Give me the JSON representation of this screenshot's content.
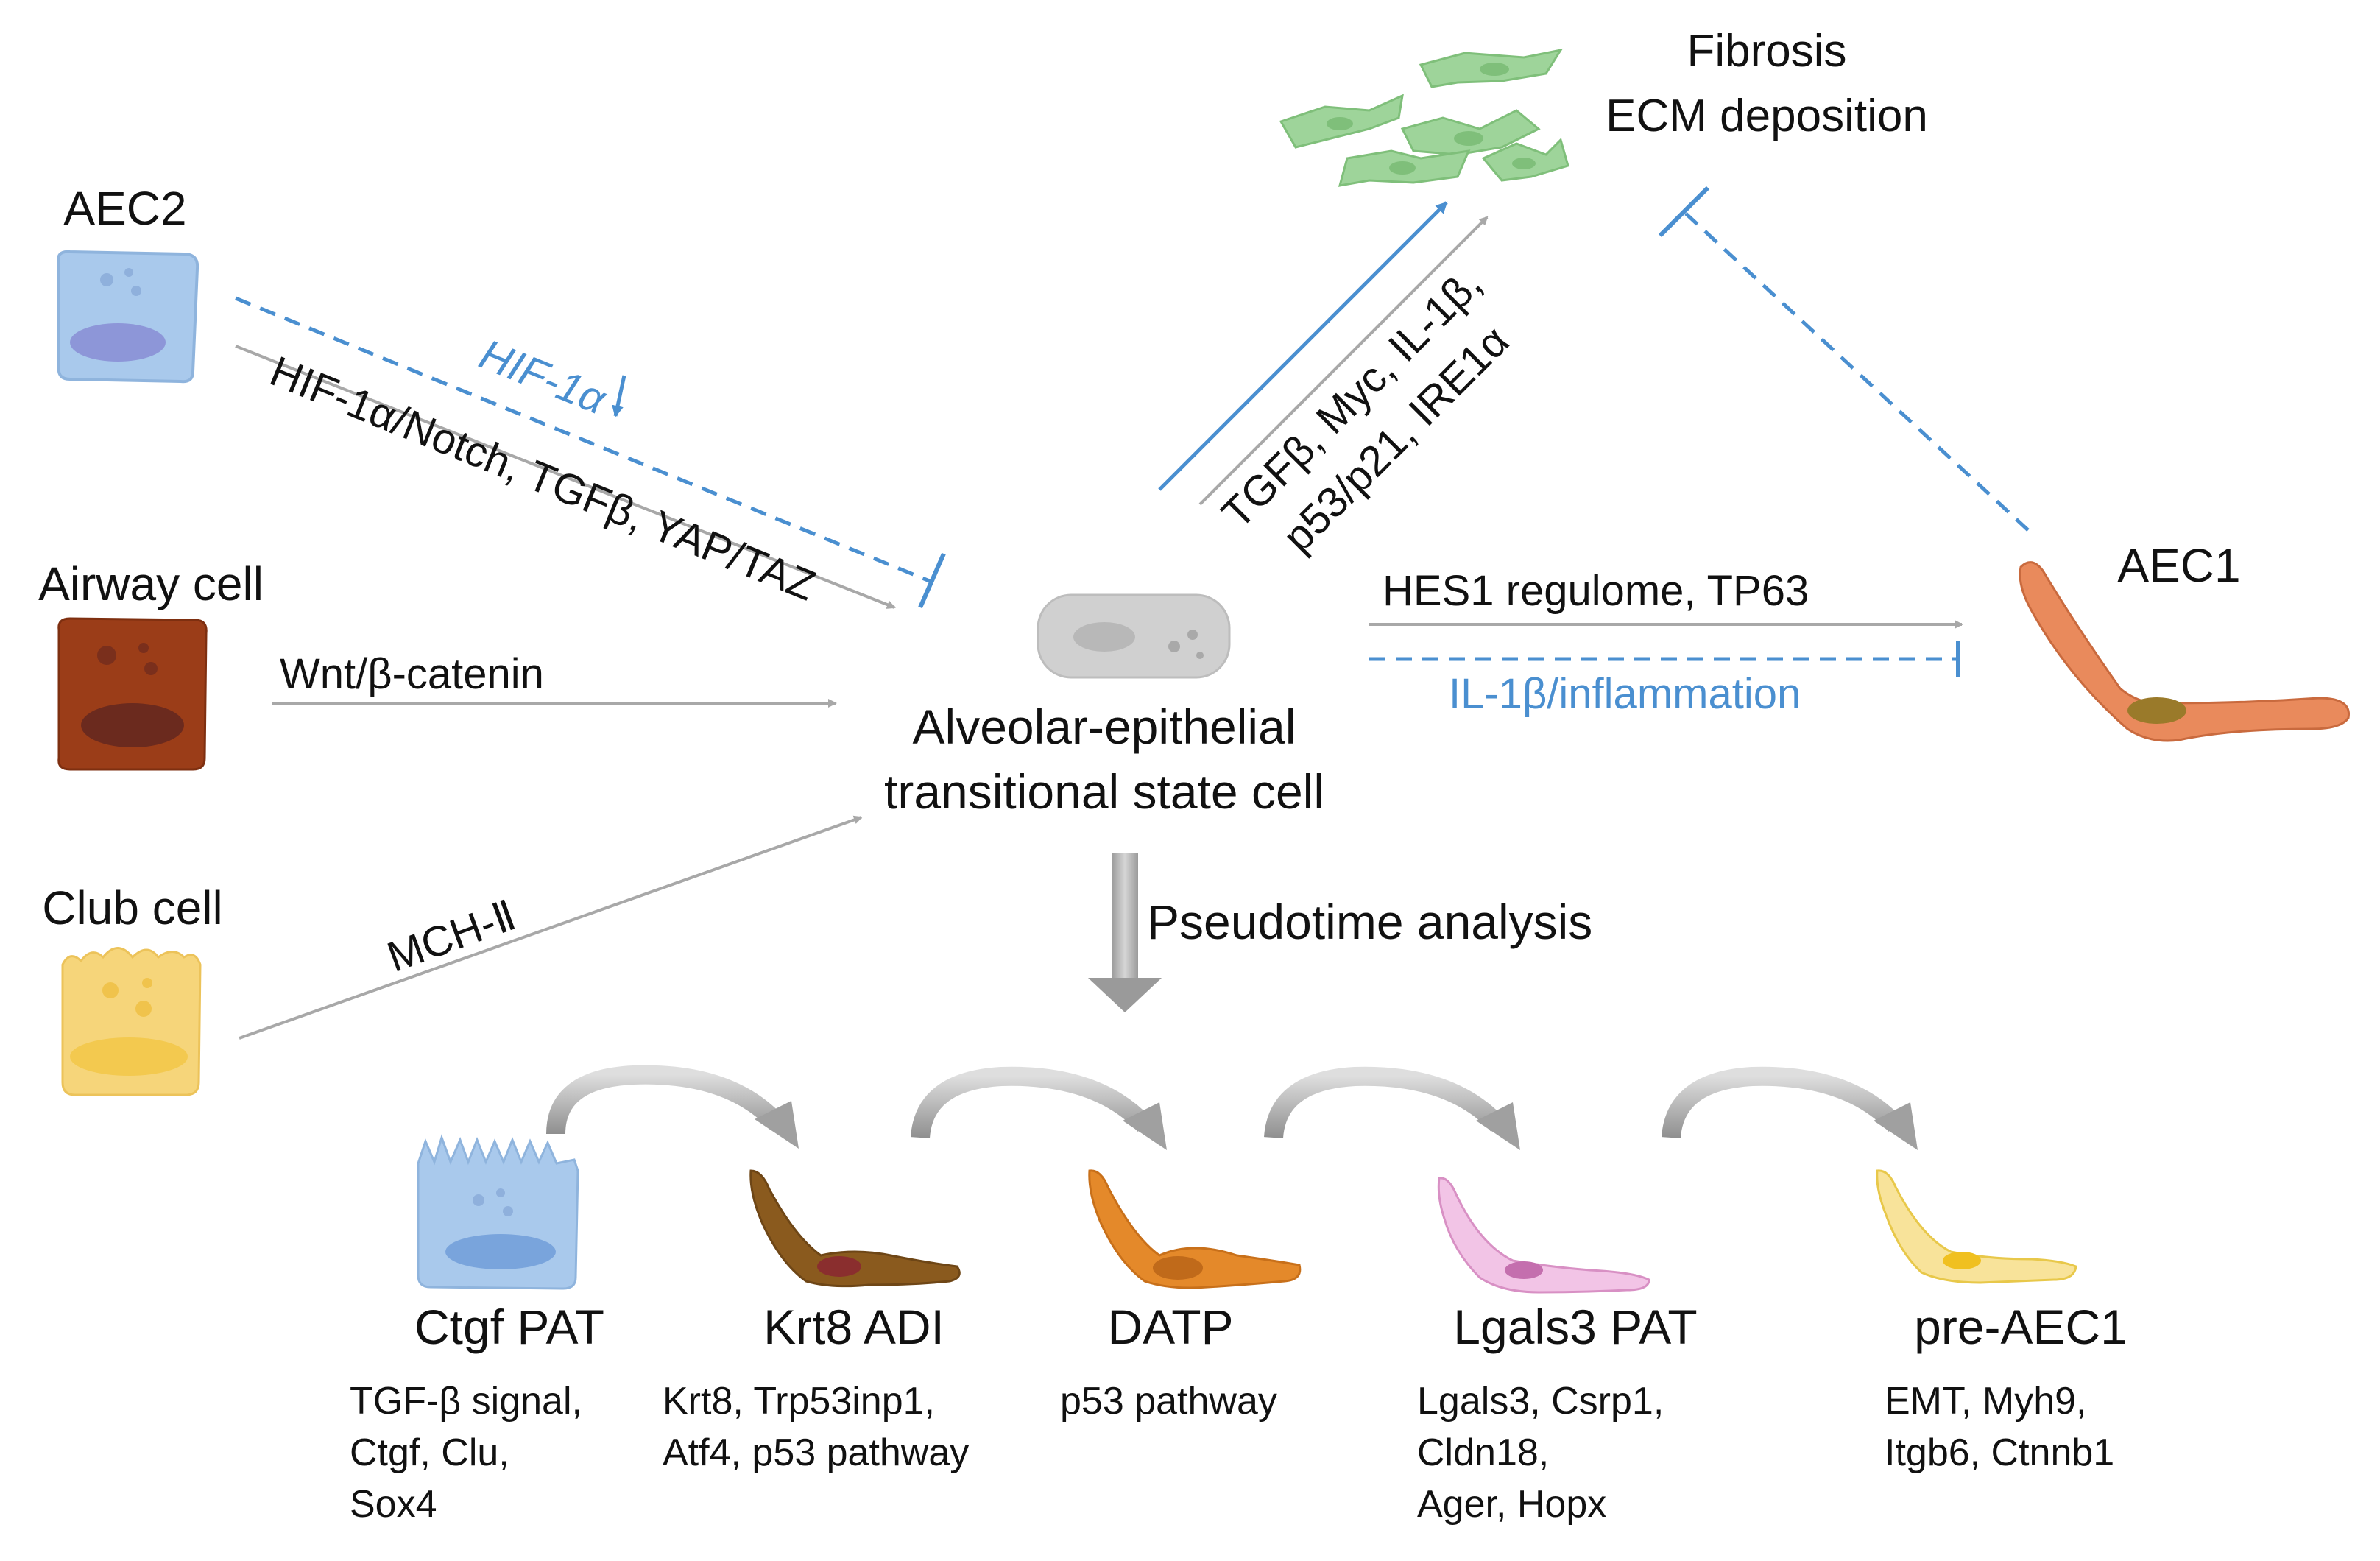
{
  "colors": {
    "grey_arrow": "#a8a8a8",
    "blue": "#4a8fd0",
    "text": "#111111",
    "aec2": "#a9c9ec",
    "airway": "#9b3d18",
    "club": "#f6d57a",
    "aec1": "#e98a5c",
    "fibroblast": "#9ed49a",
    "transitional": "#d0d0d0",
    "krt8": "#8a5a1e",
    "datp": "#e4892a",
    "lgals3": "#e7a6d4",
    "pre_aec1": "#f2d669"
  },
  "sources": {
    "aec2": "AEC2",
    "airway": "Airway cell",
    "club": "Club cell"
  },
  "center": {
    "line1": "Alveolar-epithelial",
    "line2": "transitional state cell"
  },
  "targets": {
    "aec1": "AEC1",
    "fibrosis_line1": "Fibrosis",
    "fibrosis_line2": "ECM deposition"
  },
  "pathways": {
    "hif_down": "HIF-1α",
    "aec2_path": "HIF-1α/Notch, TGFβ, YAP/TAZ",
    "wnt": "Wnt/β-catenin",
    "mch": "MCH-Ⅱ",
    "fibrosis_line1": "TGFβ, Myc, IL-1β,",
    "fibrosis_line2": "p53/p21, IRE1α",
    "hes1": "HES1 regulome, TP63",
    "il1b": "IL-1β/inflammation",
    "pseudotime": "Pseudotime analysis"
  },
  "stages": [
    {
      "name": "Ctgf PAT",
      "markers": [
        "TGF-β signal,",
        "Ctgf, Clu,",
        "Sox4"
      ]
    },
    {
      "name": "Krt8 ADI",
      "markers": [
        "Krt8, Trp53inp1,",
        "Atf4, p53 pathway"
      ]
    },
    {
      "name": "DATP",
      "markers": [
        "p53 pathway"
      ]
    },
    {
      "name": "Lgals3 PAT",
      "markers": [
        "Lgals3, Csrp1,",
        "Cldn18,",
        "Ager, Hopx"
      ]
    },
    {
      "name": "pre-AEC1",
      "markers": [
        "EMT,  Myh9,",
        "Itgb6, Ctnnb1"
      ]
    }
  ]
}
